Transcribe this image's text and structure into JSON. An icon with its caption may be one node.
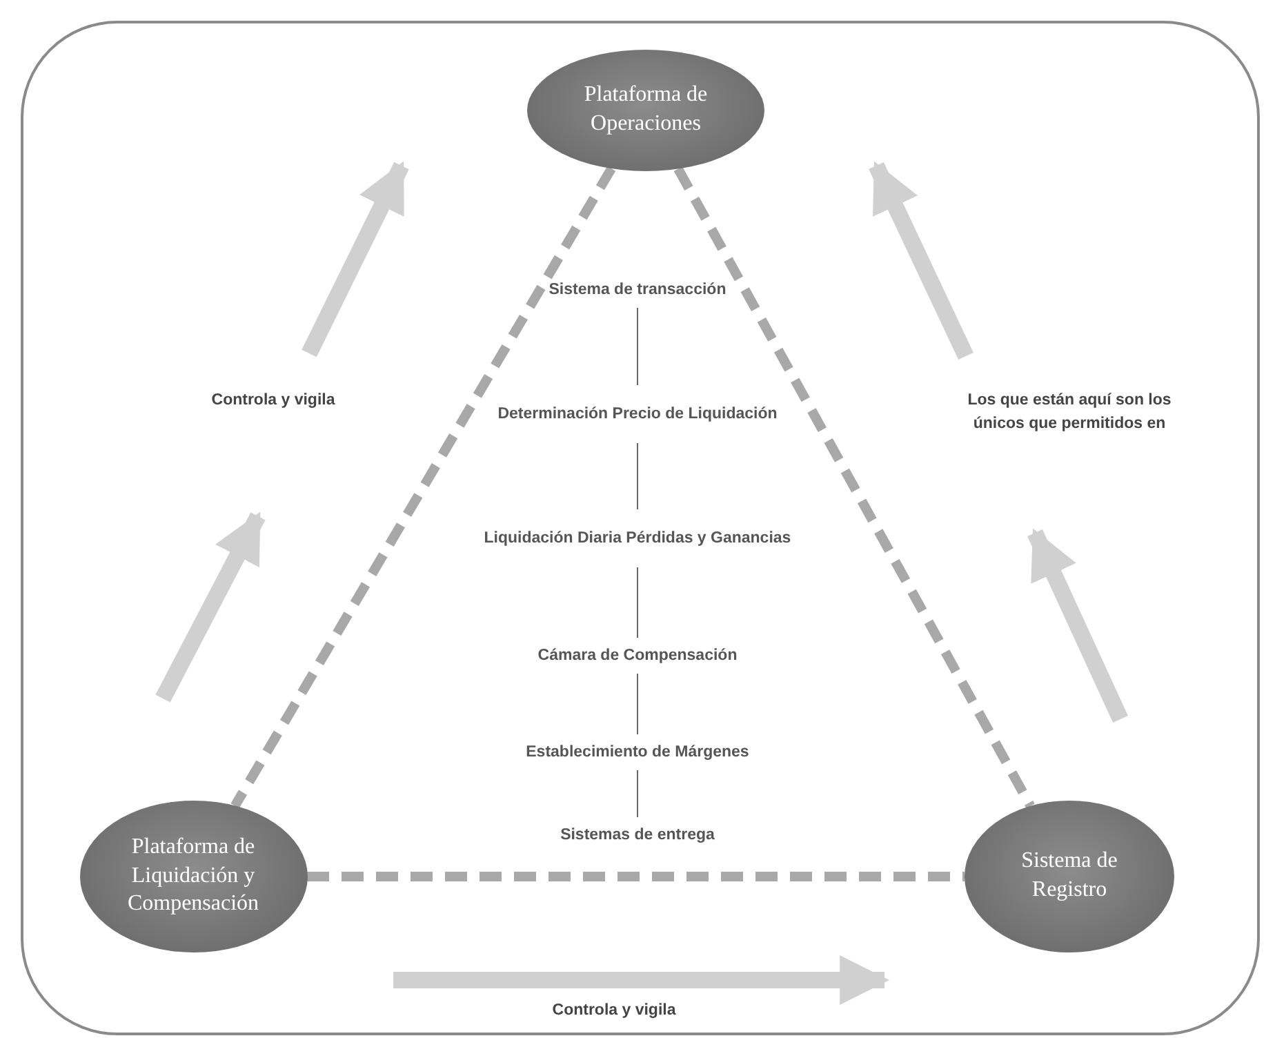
{
  "diagram": {
    "nodes": [
      {
        "text": [
          "Plataforma de Operaciones"
        ]
      },
      {
        "text": [
          "Plataforma de Liquidación y Compensación"
        ]
      },
      {
        "text": [
          "Sistema de Registro"
        ]
      },
      {
        "text": [
          "Sistema de transacción"
        ]
      },
      {
        "text": [
          "Determinación Precio de Liquidación"
        ]
      },
      {
        "text": [
          "Liquidación Diaria Pérdidas y Ganancias"
        ]
      },
      {
        "text": [
          "Cámara de Compensación"
        ]
      },
      {
        "text": [
          "Establecimiento de Márgenes"
        ]
      },
      {
        "text": [
          "Sistemas de entrega"
        ]
      }
    ],
    "edges": [
      {
        "from": 0,
        "to": 1,
        "arrow": "none",
        "style": "dashed",
        "color": "#a8a8a8"
      },
      {
        "from": 0,
        "to": 2,
        "arrow": "none",
        "style": "dashed",
        "color": "#a8a8a8"
      },
      {
        "from": 1,
        "to": 2,
        "arrow": "none",
        "style": "dashed",
        "color": "#a8a8a8"
      },
      {
        "from": 3,
        "to": 4,
        "arrow": "none"
      },
      {
        "from": 4,
        "to": 5,
        "arrow": "none"
      },
      {
        "from": 5,
        "to": 6,
        "arrow": "none"
      },
      {
        "from": 6,
        "to": 7,
        "arrow": "none"
      },
      {
        "from": 7,
        "to": 8,
        "arrow": "none"
      }
    ],
    "labels": [
      "Controla y vigila",
      "Los que están aquí son los únicos que permitidos en",
      "Controla y vigila"
    ]
  }
}
